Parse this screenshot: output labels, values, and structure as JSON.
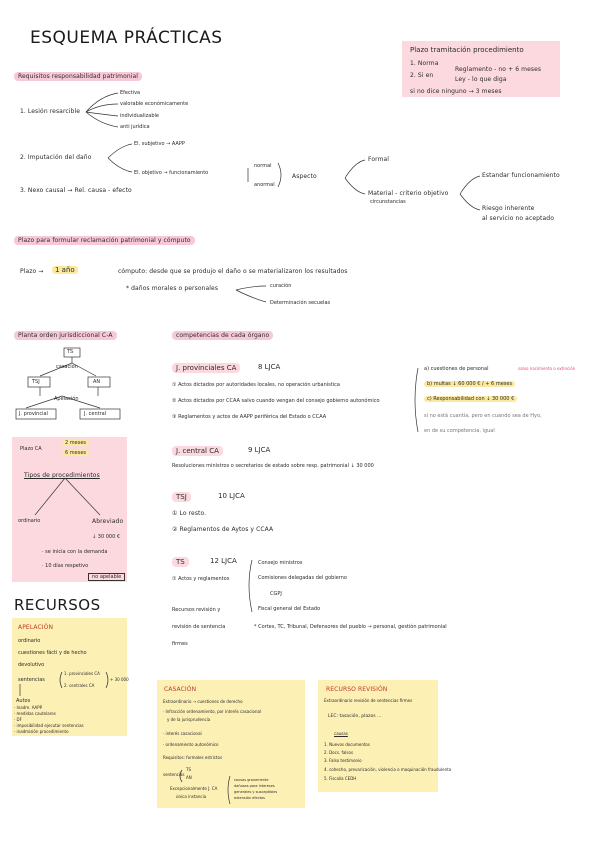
{
  "title": "ESQUEMA PRÁCTICAS",
  "plazo_box": {
    "heading": "Plazo tramitación procedimiento",
    "line1": "1. Norma",
    "line2a": "2. Si en",
    "line2b": "Reglamento - no + 6 meses",
    "line2c": "Ley - lo que diga",
    "line3": "si no dice ninguno → 3 meses"
  },
  "requisitos": {
    "heading": "Requisitos responsabilidad patrimonial",
    "item1": "1. Lesión resarcible",
    "item1_branches": [
      "Efectiva",
      "valorable económicamente",
      "individualizable",
      "anti jurídica"
    ],
    "item2": "2. Imputación del daño",
    "item2_branch_a": "El. subjetivo → AAPP",
    "item2_branch_b": "El. objetivo → funcionamiento",
    "normal": "normal",
    "anormal": "anormal",
    "aspecto": "Aspecto",
    "formal": "Formal",
    "material": "Material - criterio objetivo",
    "circunstancias": "circunstancias",
    "estandar": "Estandar funcionamiento",
    "riesgo1": "Riesgo inherente",
    "riesgo2": "al servicio no aceptado",
    "item3": "3. Nexo causal → Rel. causa - efecto"
  },
  "plazo_formular": {
    "heading": "Plazo para formular reclamación patrimonial y cómputo",
    "plazo_label": "Plazo →",
    "plazo_value": "1 año",
    "computo": "cómputo: desde que se produjo el daño o se materializaron los resultados",
    "danos": "* daños morales o personales",
    "curacion": "curación",
    "determinacion": "Determinación secuelas"
  },
  "planta": {
    "heading": "Planta orden jurisdiccional C-A",
    "ts": "TS",
    "casacion": "casación",
    "tsj": "TSJ",
    "an": "AN",
    "apelacion": "Apelación",
    "jprov": "J. provincial",
    "jcentral": "J. central",
    "plazo_ca": "Plazo CA",
    "dos_meses": "2 meses",
    "seis_meses": "6 meses"
  },
  "tipos": {
    "heading": "Tipos de procedimientos",
    "ordinario": "ordinario",
    "abreviado": "Abreviado",
    "cuantia": "↓ 30 000 €",
    "linea1": "· se inicia con la demanda",
    "linea2": "· 10 días respetivo",
    "tag": "no apelable"
  },
  "competencias": {
    "heading": "competencias de cada órgano",
    "jprov_title": "J. provinciales CA",
    "jprov_art": "8 LJCA",
    "jprov_items": [
      "① Actos dictados por autoridades locales, no operación urbanística",
      "② Actos dictados por CCAA salvo cuando vengan del consejo gobierno autonómico",
      "③ Reglamentos y actos de AAPP periférica del Estado o CCAA"
    ],
    "jprov_red1": "no operación urbanística",
    "jprov_red2": "salvo cuando vengan del consejo gobierno",
    "right_items": [
      "a) cuestiones de personal",
      "b) multas ↓ 60 000 € / + 6 meses",
      "c) Responsabilidad con ↓ 30 000 €",
      "si no está cuantía, pero en cuando sea de Hyo,",
      "en de su competencia, igual"
    ],
    "right_red": "salvo nacimiento o extinción",
    "jcentral_title": "J. central CA",
    "jcentral_art": "9 LJCA",
    "jcentral_text": "Resoluciones ministros o secretarios de estado sobre resp. patrimonial ↓ 30 000",
    "tsj_title": "TSJ",
    "tsj_art": "10 LJCA",
    "tsj_items": [
      "① Lo resto.",
      "② Reglamentos de Aytos y CCAA"
    ],
    "ts_title": "TS",
    "ts_art": "12 LJCA",
    "ts_items": [
      "① Actos y reglamentos",
      "Consejo ministros",
      "Comisiones delegadas del gobierno",
      "CGPJ",
      "Fiscal general del Estado"
    ],
    "ts_recursos": "Recursos revisión y",
    "ts_revision": "revisión de sentencia",
    "ts_firmes": "firmes",
    "ts_cortes": "* Cortes, TC, Tribunal, Defensores del pueblo → personal, gestión patrimonial"
  },
  "recursos": {
    "heading": "RECURSOS",
    "apelacion": {
      "title": "APELACIÓN",
      "lines": [
        "ordinario",
        "cuestiones fácti y de hecho",
        "devolutivo",
        "sentencias"
      ],
      "sent1": "1. provinciales CA",
      "sent2": "2. centrales CA",
      "cuantia": "+ 30 000",
      "autos_title": "Autos",
      "autos": [
        "· Inadm. AAPP",
        "· medidas cautelares",
        "· DF",
        "· imposibilidad ejecutar sentencias",
        "· inadmisión procedimiento"
      ]
    },
    "casacion": {
      "title": "CASACIÓN",
      "lines": [
        "Extraordinario → cuestiones de derecho",
        "· Infracción ordenamiento, por interés casacional",
        "y de la jurisprudencia",
        "· interés casacional",
        "· ordenamiento autonómico",
        "Requisitos: formales estrictos",
        "sentencias"
      ],
      "sent_ts": "TS",
      "sent_an": "AN",
      "sent_foot": "Excepcionalmente J. CA",
      "sent_foot2": "única instancia",
      "side_note": [
        "causas gravemente",
        "dañosas para intereses",
        "generales y susceptibles",
        "extensión efectos"
      ]
    },
    "revision": {
      "title": "RECURSO REVISIÓN",
      "lines": [
        "Extraordinario revisión de sentencias firmes",
        "LEC: tasación, plazos ...",
        "causas"
      ],
      "causas": [
        "1. Nuevos documentos",
        "2. Docs. falsos",
        "3. Falso testimonio",
        "4. cohecho, prevaricación, violencia o maquinación fraudulenta",
        "5. Fiscalía CEDH"
      ]
    }
  }
}
